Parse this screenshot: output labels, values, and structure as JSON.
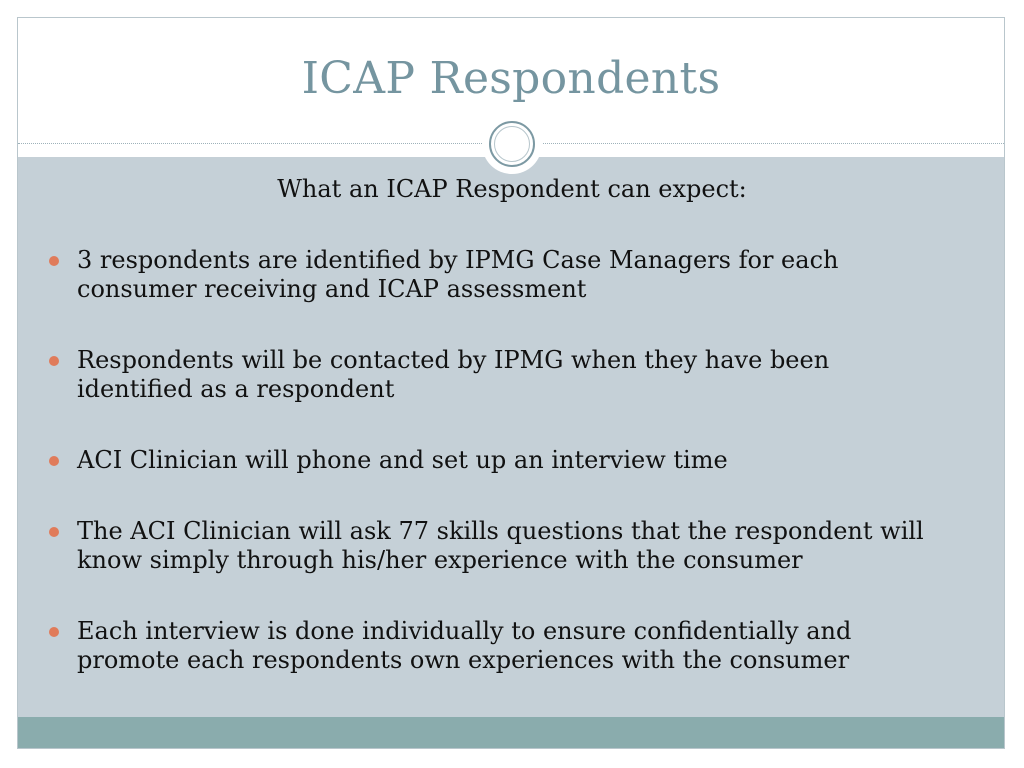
{
  "slide": {
    "title": "ICAP Respondents",
    "subtitle": "What an ICAP Respondent can expect:",
    "bullet_icon": "circle-bullet",
    "colors": {
      "title": "#7595a0",
      "content_background": "#c5d0d7",
      "footer_band": "#8aacad",
      "bullet": "#e07b5a"
    },
    "bullets": [
      {
        "text": "3 respondents are identified by IPMG Case Managers for each consumer receiving and ICAP assessment"
      },
      {
        "text": "Respondents will be contacted by IPMG when they have been identified as a respondent"
      },
      {
        "text": "ACI Clinician will phone and set up an interview time"
      },
      {
        "text": "The ACI Clinician will ask 77 skills questions that the respondent will know simply through his/her experience with the consumer"
      },
      {
        "text": "Each interview is done individually to ensure confidentially and promote each respondents own experiences with the consumer"
      }
    ]
  }
}
